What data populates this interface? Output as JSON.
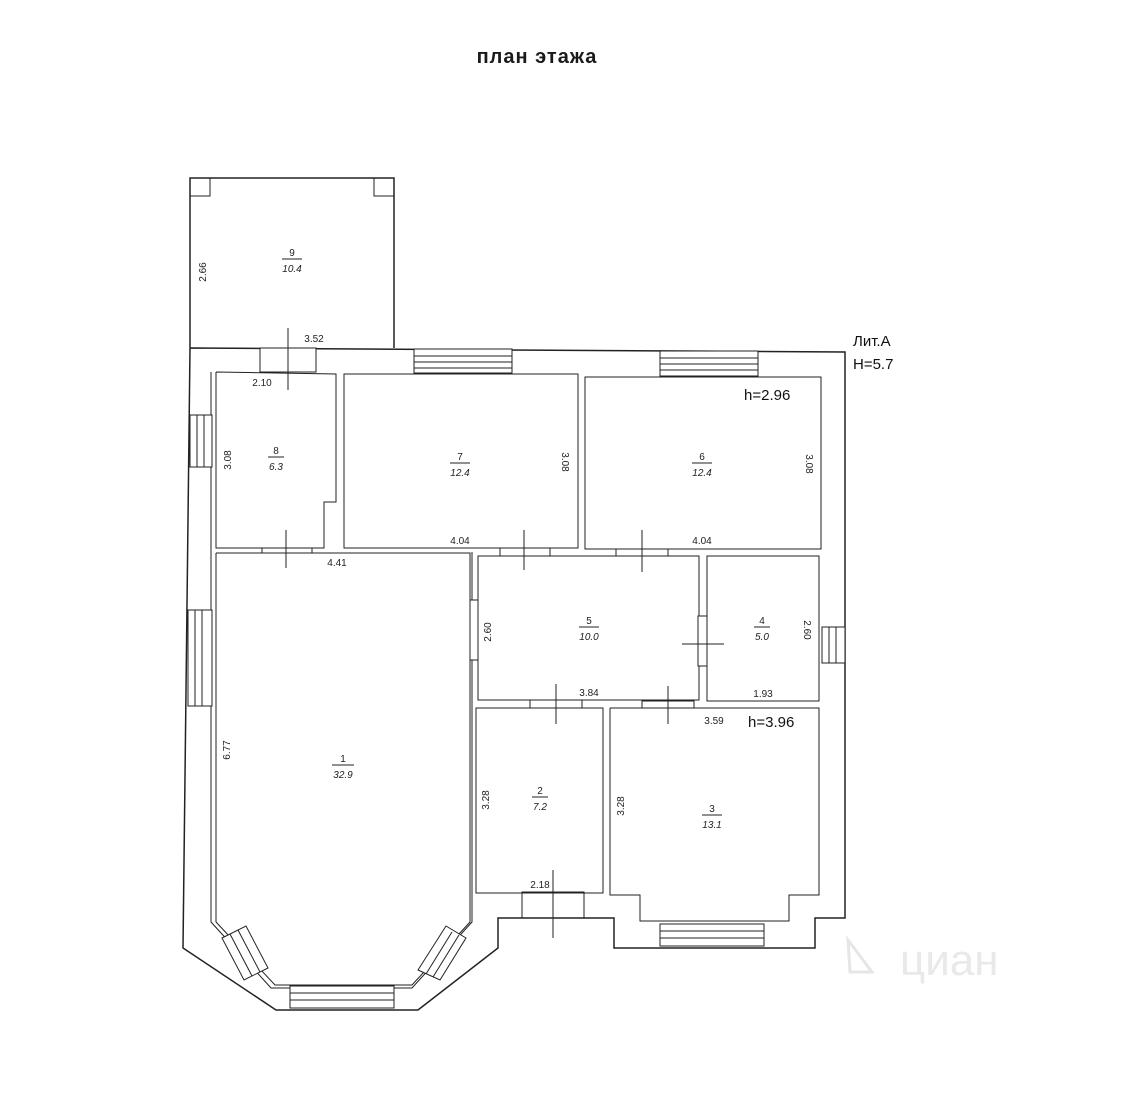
{
  "plan": {
    "title": "план  этажа",
    "building_label": "Лит.А",
    "building_height": "H=5.7",
    "height_top": "h=2.96",
    "height_bottom": "h=3.96",
    "watermark": "циан",
    "rooms": [
      {
        "number": "1",
        "area": "32.9"
      },
      {
        "number": "2",
        "area": "7.2"
      },
      {
        "number": "3",
        "area": "13.1"
      },
      {
        "number": "4",
        "area": "5.0"
      },
      {
        "number": "5",
        "area": "10.0"
      },
      {
        "number": "6",
        "area": "12.4"
      },
      {
        "number": "7",
        "area": "12.4"
      },
      {
        "number": "8",
        "area": "6.3"
      },
      {
        "number": "9",
        "area": "10.4"
      }
    ],
    "dimensions": {
      "r9_width": "3.52",
      "r9_height": "2.66",
      "r8_width": "2.10",
      "r8_height": "3.08",
      "r7_width": "4.04",
      "r7_height": "3.08",
      "r6_width": "4.04",
      "r6_height": "3.08",
      "r1_width": "4.41",
      "r1_height": "6.77",
      "r5_width": "3.84",
      "r5_height": "2.60",
      "r4_width": "1.93",
      "r4_height": "2.60",
      "r2_width": "2.18",
      "r2_height": "3.28",
      "r3_width": "3.59",
      "r3_height": "3.28"
    }
  }
}
